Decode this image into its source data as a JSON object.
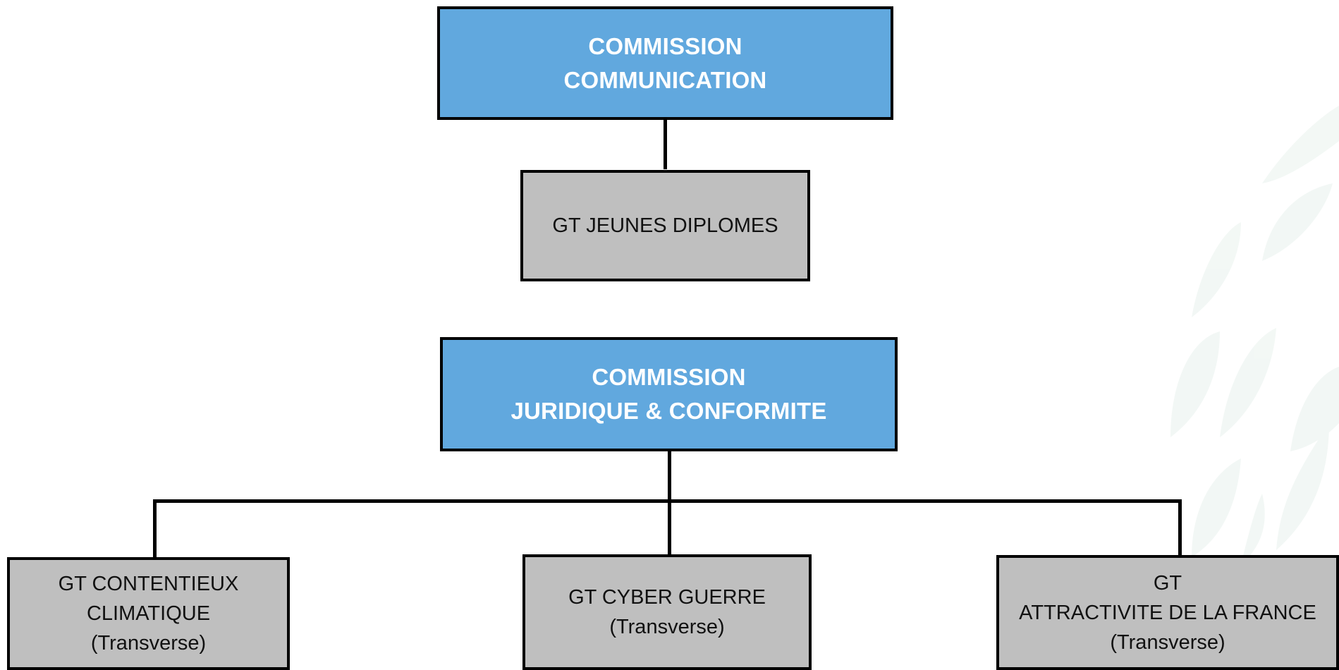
{
  "diagram": {
    "colors": {
      "commission_fill": "#61a8de",
      "working_group_fill": "#bfbfbf",
      "border": "#000000",
      "commission_text": "#ffffff",
      "working_group_text": "#111111"
    },
    "commission_communication": {
      "lines": [
        "COMMISSION",
        "COMMUNICATION"
      ]
    },
    "gt_jeunes_diplomes": {
      "lines": [
        "GT JEUNES DIPLOMES"
      ]
    },
    "commission_juridique": {
      "lines": [
        "COMMISSION",
        "JURIDIQUE & CONFORMITE"
      ]
    },
    "gt_contentieux_climatique": {
      "lines": [
        "GT CONTENTIEUX",
        "CLIMATIQUE",
        "(Transverse)"
      ]
    },
    "gt_cyber_guerre": {
      "lines": [
        "GT CYBER GUERRE",
        "(Transverse)"
      ]
    },
    "gt_attractivite": {
      "lines": [
        "GT",
        "ATTRACTIVITE DE LA FRANCE",
        "(Transverse)"
      ]
    }
  }
}
